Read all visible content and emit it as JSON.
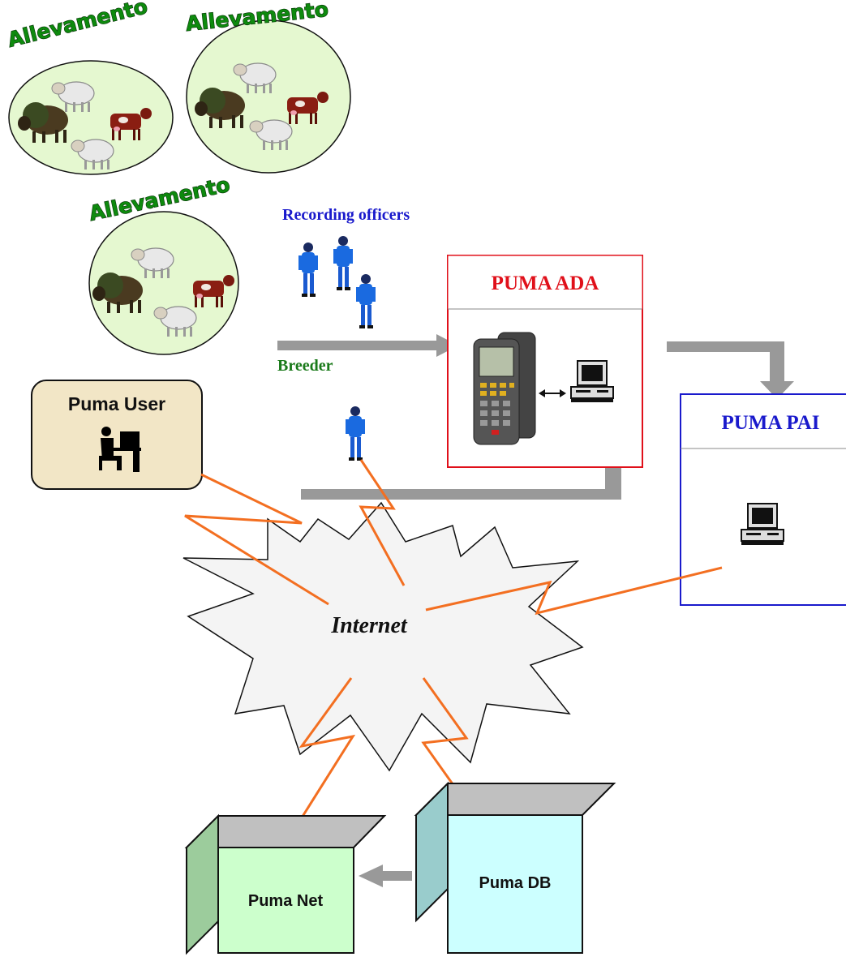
{
  "farms": [
    {
      "label": "Allevamento"
    },
    {
      "label": "Allevamento"
    },
    {
      "label": "Allevamento"
    }
  ],
  "recording_officers_label": "Recording officers",
  "breeder_label": "Breeder",
  "puma_user": {
    "label": "Puma User"
  },
  "puma_ada": {
    "label": "PUMA ADA"
  },
  "puma_pai": {
    "label": "PUMA PAI"
  },
  "internet": {
    "label": "Internet"
  },
  "puma_net": {
    "label": "Puma Net"
  },
  "puma_db": {
    "label": "Puma DB"
  },
  "colors": {
    "link_orange": "#f36f21",
    "arrow_gray": "#999999",
    "ada_border": "#e0101a",
    "pai_border": "#1a1acc",
    "officers_text": "#1a1acc",
    "breeder_text": "#1a7a1a",
    "ada_text": "#e0101a",
    "pai_text": "#1a1acc",
    "farm_fill": "#e5f8d0",
    "user_box_fill": "#f2e6c6",
    "net_box_fill": "#ccffcc",
    "db_box_fill": "#ccffff"
  },
  "icons": [
    "sheep-icon",
    "bison-icon",
    "cow-icon",
    "worker-icon",
    "handheld-terminal-icon",
    "desktop-computer-icon",
    "user-at-desk-icon",
    "double-arrow-icon"
  ]
}
